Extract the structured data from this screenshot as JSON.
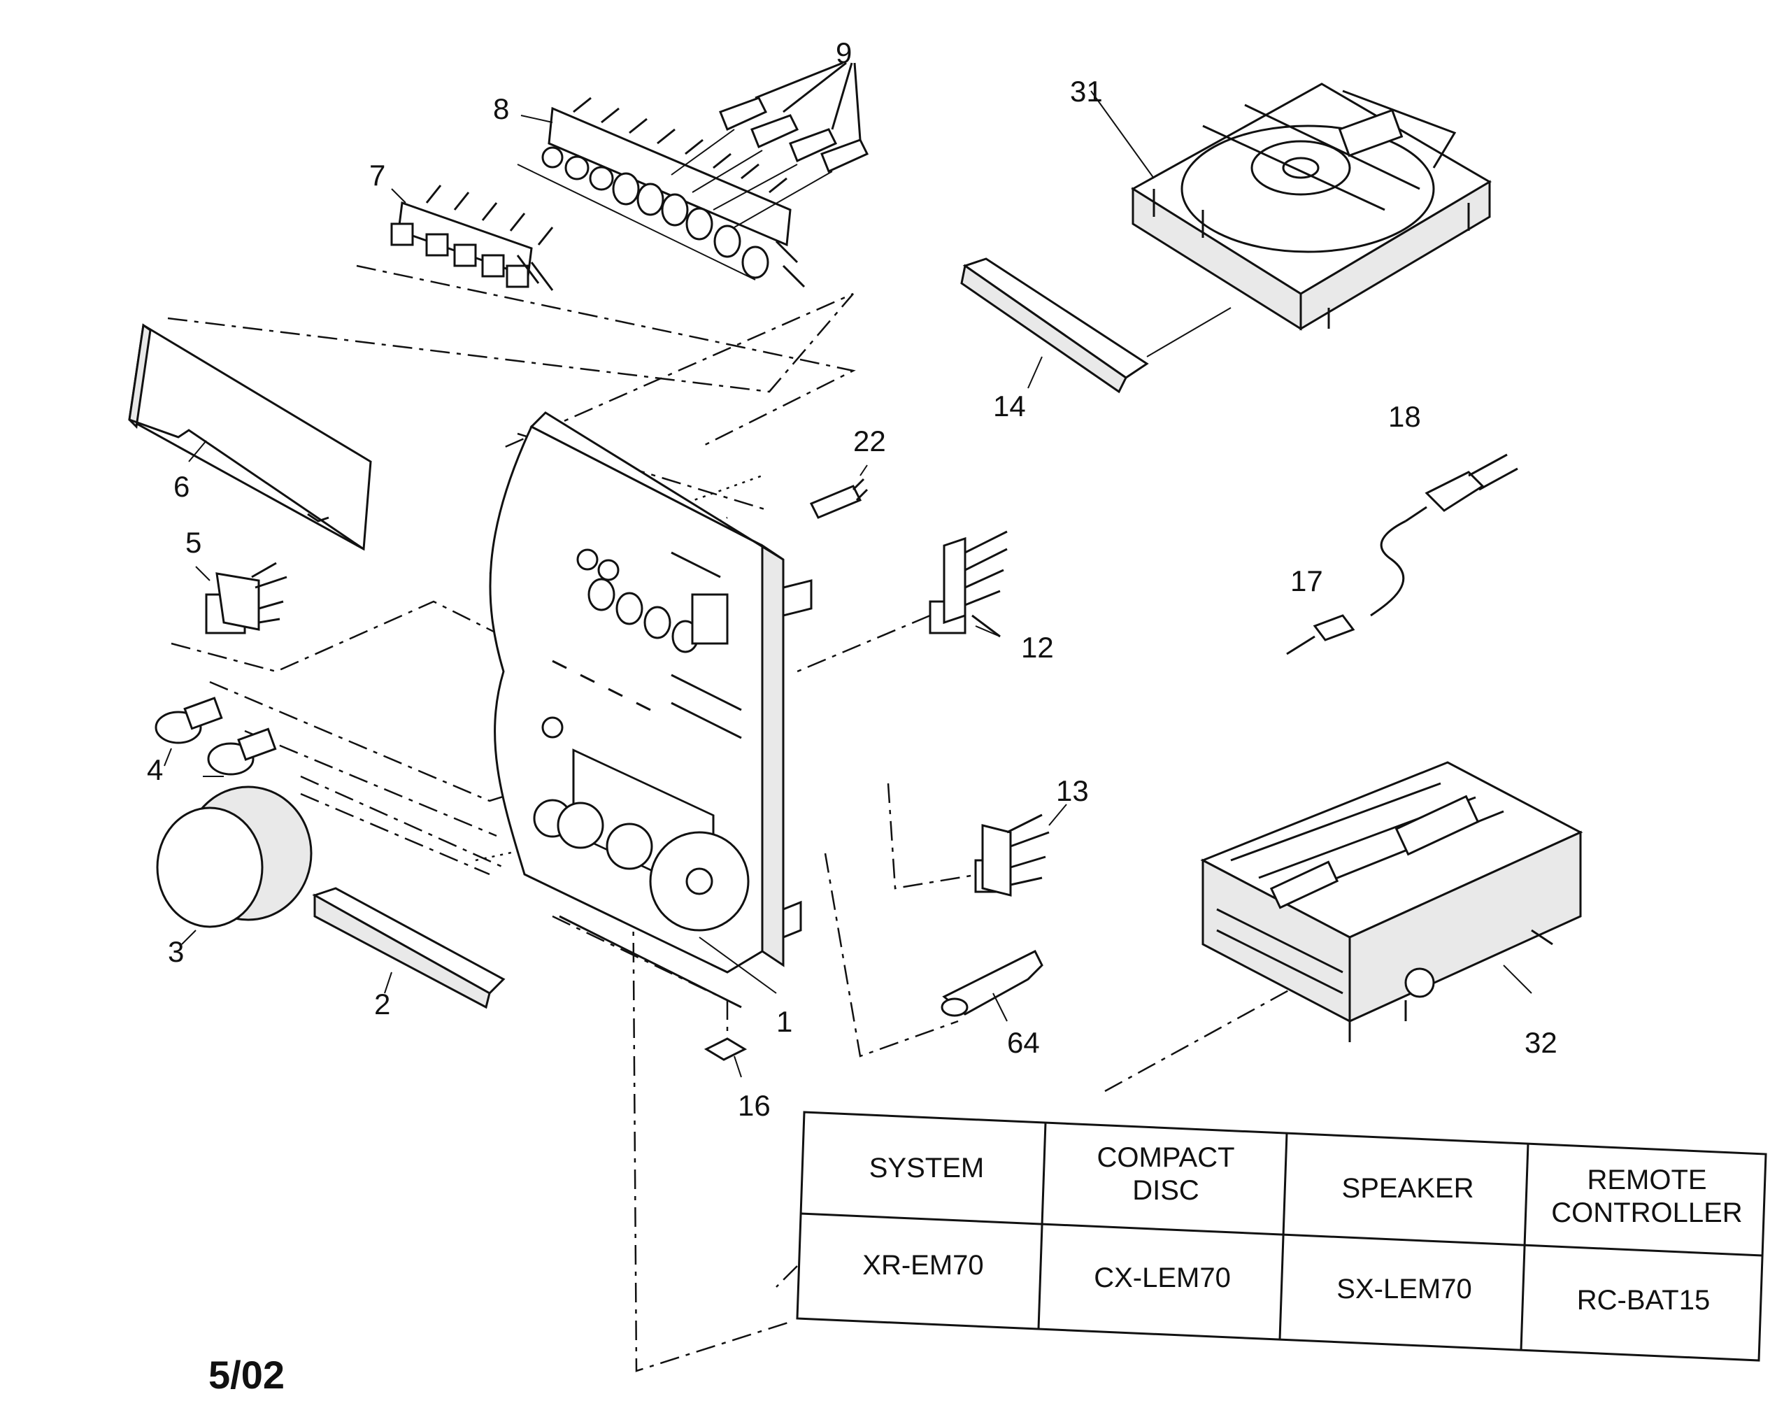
{
  "parts": {
    "p1": "1",
    "p2": "2",
    "p3": "3",
    "p4": "4",
    "p5": "5",
    "p6": "6",
    "p7": "7",
    "p8": "8",
    "p9": "9",
    "p12": "12",
    "p13": "13",
    "p14": "14",
    "p16": "16",
    "p17": "17",
    "p18": "18",
    "p22": "22",
    "p31": "31",
    "p32": "32",
    "p64": "64"
  },
  "model_table": {
    "headers": {
      "system": "SYSTEM",
      "cd_line1": "COMPACT",
      "cd_line2": "DISC",
      "speaker": "SPEAKER",
      "remote_line1": "REMOTE",
      "remote_line2": "CONTROLLER"
    },
    "values": {
      "system": "XR-EM70",
      "cd": "CX-LEM70",
      "speaker": "SX-LEM70",
      "remote": "RC-BAT15"
    }
  },
  "footer": {
    "date_code": "5/02"
  }
}
